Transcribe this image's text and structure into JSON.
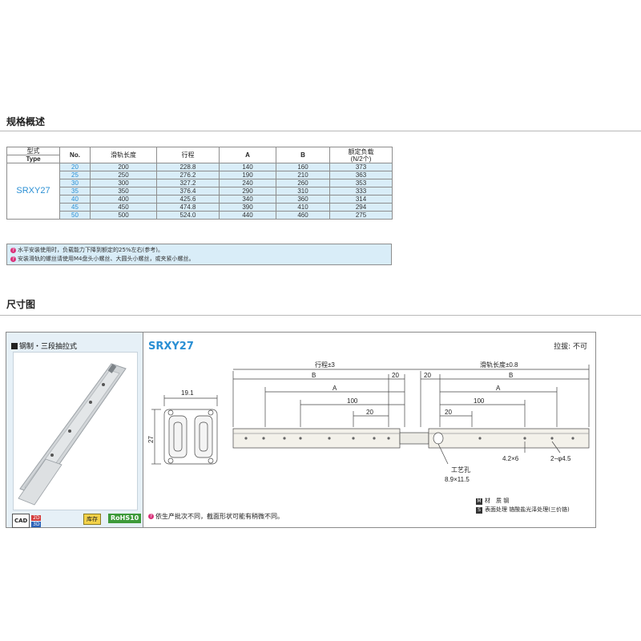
{
  "sections": {
    "spec_title": "规格概述",
    "dims_title": "尺寸图"
  },
  "table": {
    "headers": {
      "type_cn": "型式",
      "type_en": "Type",
      "no": "No.",
      "rail_length": "滑轨长度",
      "stroke": "行程",
      "a": "A",
      "b": "B",
      "load_line1": "额定负载",
      "load_line2": "(N/2个)"
    },
    "type": "SRXY27",
    "rows": [
      {
        "no": "20",
        "rail": "200",
        "stroke": "228.8",
        "a": "140",
        "b": "160",
        "load": "373"
      },
      {
        "no": "25",
        "rail": "250",
        "stroke": "276.2",
        "a": "190",
        "b": "210",
        "load": "363"
      },
      {
        "no": "30",
        "rail": "300",
        "stroke": "327.2",
        "a": "240",
        "b": "260",
        "load": "353"
      },
      {
        "no": "35",
        "rail": "350",
        "stroke": "376.4",
        "a": "290",
        "b": "310",
        "load": "333"
      },
      {
        "no": "40",
        "rail": "400",
        "stroke": "425.6",
        "a": "340",
        "b": "360",
        "load": "314"
      },
      {
        "no": "45",
        "rail": "450",
        "stroke": "474.8",
        "a": "390",
        "b": "410",
        "load": "294"
      },
      {
        "no": "50",
        "rail": "500",
        "stroke": "524.0",
        "a": "440",
        "b": "460",
        "load": "275"
      }
    ],
    "notes": [
      "水平安装使用时，负载能力下降到额定的25%左右(参考)。",
      "安装滑轨的螺丝请使用M4盘头小螺丝、大圆头小螺丝，或夹紧小螺丝。"
    ]
  },
  "figure": {
    "product_caption": "钢制・三段抽拉式",
    "cad_label": "CAD",
    "cad_2d": "2D",
    "cad_3d": "3D",
    "stock": "库存",
    "rohs": "RoHS10",
    "model": "SRXY27",
    "pull": "拉拔: 不可",
    "dims": {
      "width": "19.1",
      "height": "27",
      "stroke": "行程±3",
      "rail_length": "滑轨长度±0.8",
      "b": "B",
      "a": "A",
      "d20": "20",
      "d100": "100",
      "hole_label": "工艺孔",
      "hole_size": "8.9×11.5",
      "slot": "4.2×6",
      "dia": "2−φ4.5"
    },
    "production_note": "依生产批次不同，截面形状可能有稍微不同。",
    "material_key": "M",
    "material": "材　质 钢",
    "surface_key": "S",
    "surface": "表面处理 铬酸盐光泽处理(三价铬)"
  }
}
